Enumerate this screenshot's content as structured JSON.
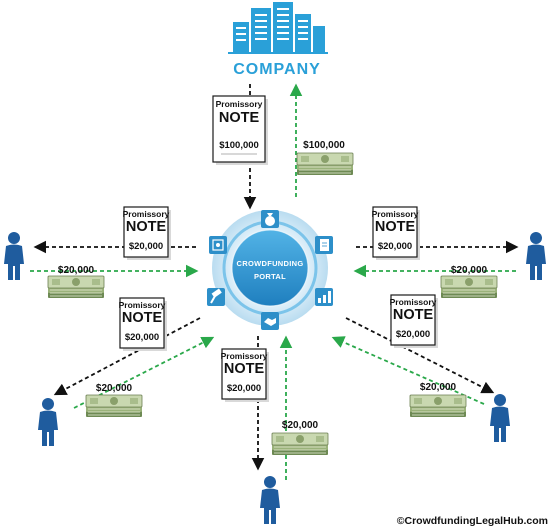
{
  "company": {
    "name": "COMPANY"
  },
  "portal": {
    "line1": "CROWDFUNDING",
    "line2": "PORTAL",
    "icons": [
      "safe-icon",
      "money-bag-icon",
      "document-icon",
      "chart-icon",
      "handshake-icon",
      "gavel-icon"
    ]
  },
  "note": {
    "title_top": "Promissory",
    "title_main": "NOTE"
  },
  "company_note": {
    "amount": "$100,000"
  },
  "company_cash": {
    "amount": "$100,000"
  },
  "investors": [
    {
      "id": "left",
      "note_amount": "$20,000",
      "cash_amount": "$20,000"
    },
    {
      "id": "right",
      "note_amount": "$20,000",
      "cash_amount": "$20,000"
    },
    {
      "id": "lower-left",
      "note_amount": "$20,000",
      "cash_amount": "$20,000"
    },
    {
      "id": "bottom",
      "note_amount": "$20,000",
      "cash_amount": "$20,000"
    },
    {
      "id": "lower-right",
      "note_amount": "$20,000",
      "cash_amount": "$20,000"
    }
  ],
  "colors": {
    "company": "#2aa0d8",
    "investor": "#1f5c9e",
    "arrow_note": "#111111",
    "arrow_cash": "#2aa84a",
    "portal": "#2d8fc9"
  },
  "credit": "©CrowdfundingLegalHub.com"
}
